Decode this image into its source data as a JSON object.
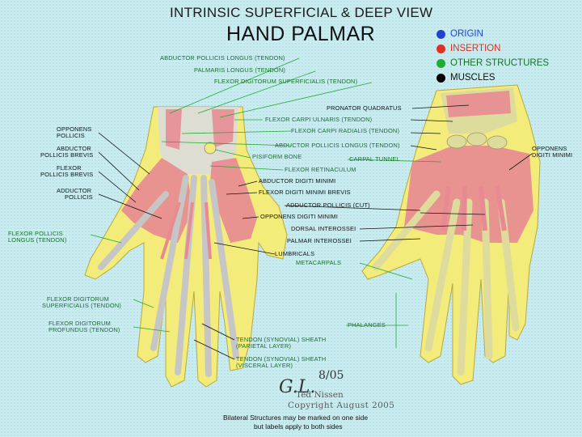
{
  "title_line1": "INTRINSIC SUPERFICIAL & DEEP VIEW",
  "title_line2": "HAND PALMAR",
  "legend": [
    {
      "label": "ORIGIN",
      "color": "#2244cc"
    },
    {
      "label": "INSERTION",
      "color": "#e03020"
    },
    {
      "label": "OTHER STRUCTURES",
      "color": "#22aa33"
    },
    {
      "label": "MUSCLES",
      "color": "#000000"
    }
  ],
  "labels_left": {
    "opponens_pollicis": [
      "OPPONENS",
      "POLLICIS"
    ],
    "abductor_pollicis_brevis": [
      "ABDUCTOR",
      "POLLICIS BREVIS"
    ],
    "flexor_pollicis_brevis": [
      "FLEXOR",
      "POLLICIS BREVIS"
    ],
    "adductor_pollicis": [
      "ADDUCTOR",
      "POLLICIS"
    ],
    "flexor_pollicis_longus": [
      "FLEXOR POLLICIS",
      "LONGUS (TENDON)"
    ],
    "fds_tendon": [
      "FLEXOR DIGITORUM",
      "SUPERFICIALIS (TENDON)"
    ],
    "fdp_tendon": [
      "FLEXOR DIGITORUM",
      "PROFUNDUS (TENDON)"
    ]
  },
  "labels_top": {
    "abductor_pollicis_longus": "ABDUCTOR POLLICIS LONGUS (TENDON)",
    "palmaris_longus": "PALMARIS LONGUS (TENDON)",
    "fds": "FLEXOR DIGITORUM SUPERFICIALIS (TENDON)"
  },
  "labels_center": {
    "pronator_quadratus": "PRONATOR QUADRATUS",
    "flexor_carpi_ulnaris": "FLEXOR CARPI ULNARIS (TENDON)",
    "flexor_carpi_radialis": "FLEXOR CARPI RADIALIS (TENDON)",
    "abductor_pollicis_longus2": "ABDUCTOR POLLICIS LONGUS (TENDON)",
    "pisiform_bone": "PISIFORM BONE",
    "carpal_tunnel": "CARPAL TUNNEL",
    "flexor_retinaculum": "FLEXOR RETINACULUM",
    "abductor_digiti_minimi": "ABDUCTOR DIGITI MINIMI",
    "flexor_digiti_minimi_brevis": "FLEXOR DIGITI MINIMI BREVIS",
    "adductor_pollicis_cut": "ADDUCTOR POLLICIS (CUT)",
    "opponens_digiti_minimi": "OPPONENS DIGITI MINIMI",
    "dorsal_interossei": "DORSAL INTEROSSEI",
    "palmar_interossei": "PALMAR INTEROSSEI",
    "lumbricals": "LUMBRICALS",
    "metacarpals": "METACARPALS",
    "phalanges": "PHALANGES",
    "sheath_parietal": [
      "TENDON (SYNOVIAL) SHEATH",
      "(PARIETAL LAYER)"
    ],
    "sheath_visceral": [
      "TENDON (SYNOVIAL) SHEATH",
      "(VISCERAL LAYER)"
    ]
  },
  "labels_right": {
    "opponens_digiti_minimi": [
      "OPPONENS",
      "DIGITI MINIMI"
    ]
  },
  "signature": "G.L.",
  "signature_date": "8/05",
  "credit": "Ted Nissen",
  "copyright": "Copyright August 2005",
  "note_line1": "Bilateral Structures may be marked on one side",
  "note_line2": "but labels apply to both sides",
  "colors": {
    "skin": "#f4ec7a",
    "muscle": "#e88a92",
    "bone": "#dedc9c",
    "tendon": "#dcdcdc",
    "line_black": "#111111",
    "line_green": "#22aa33"
  }
}
